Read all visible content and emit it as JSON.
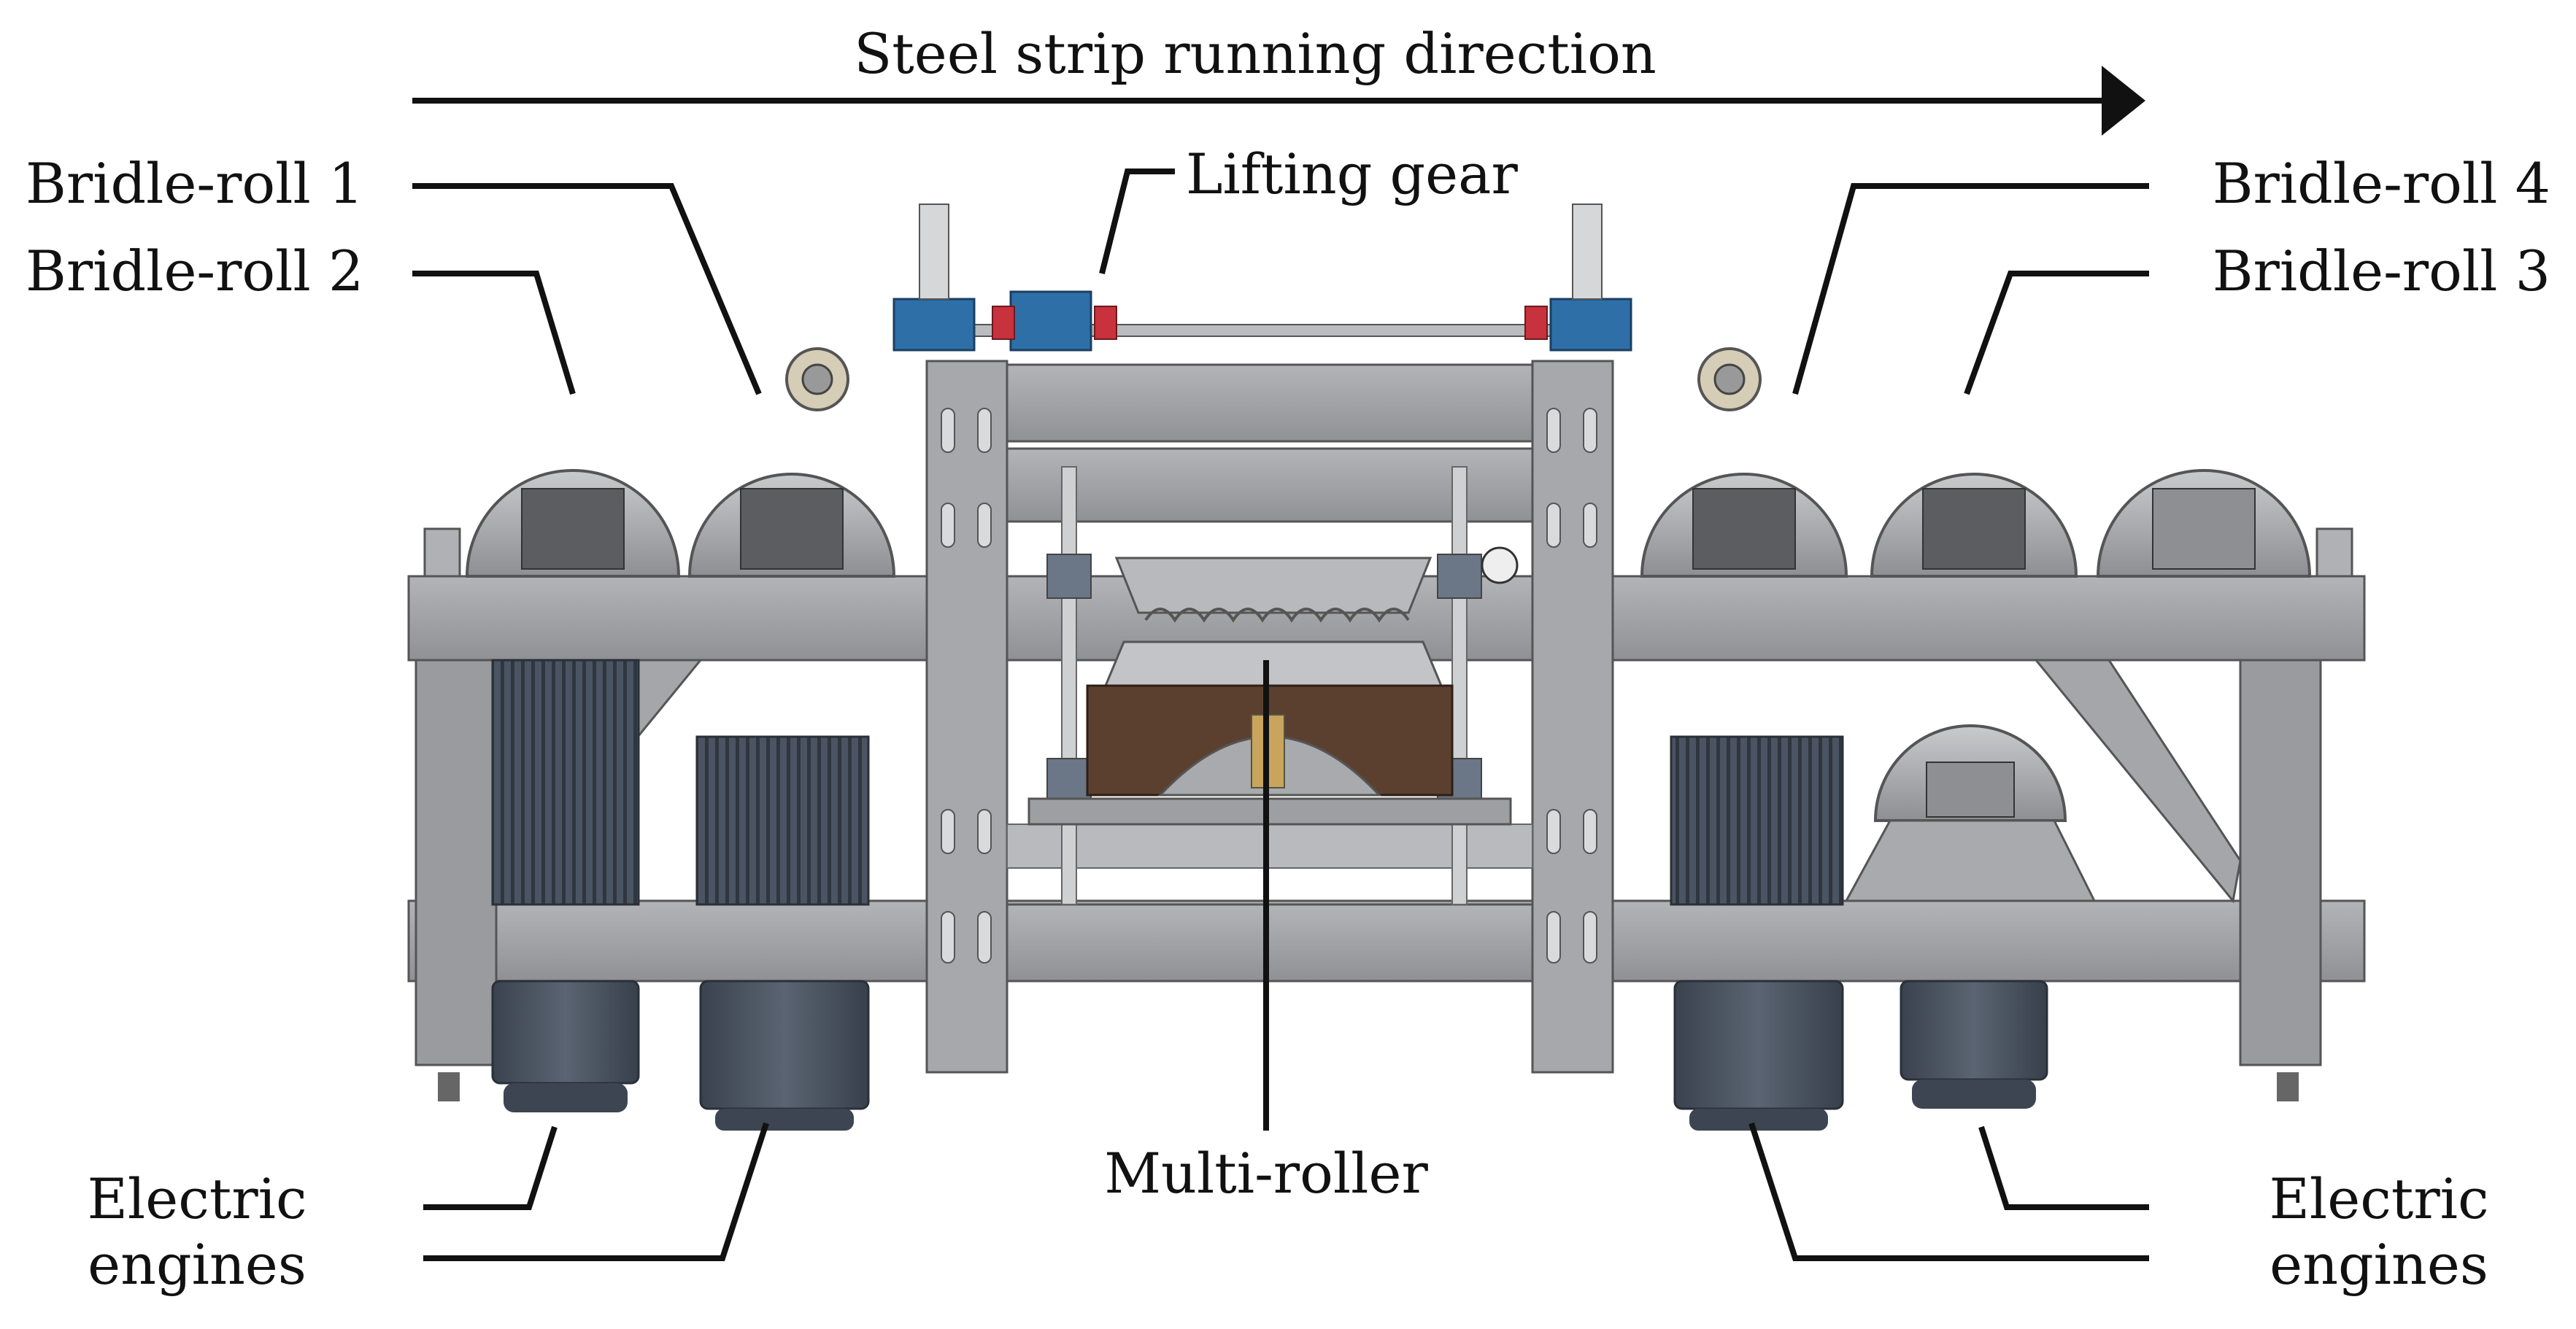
{
  "labels": {
    "direction": "Steel strip running direction",
    "lifting_gear": "Lifting gear",
    "bridle_roll_1": "Bridle-roll 1",
    "bridle_roll_2": "Bridle-roll 2",
    "bridle_roll_3": "Bridle-roll 3",
    "bridle_roll_4": "Bridle-roll 4",
    "multi_roller": "Multi-roller",
    "engines_left_line1": "Electric",
    "engines_left_line2": "engines",
    "engines_right_line1": "Electric",
    "engines_right_line2": "engines"
  },
  "colors": {
    "frame": "#a3a4a7",
    "frame_dark": "#7d7e82",
    "motor": "#4d5664",
    "motor_dark": "#39414d",
    "accent_blue": "#2f6fa8",
    "brown_plate": "#5b4030",
    "coupling_red": "#c8323c",
    "line": "#111111"
  }
}
